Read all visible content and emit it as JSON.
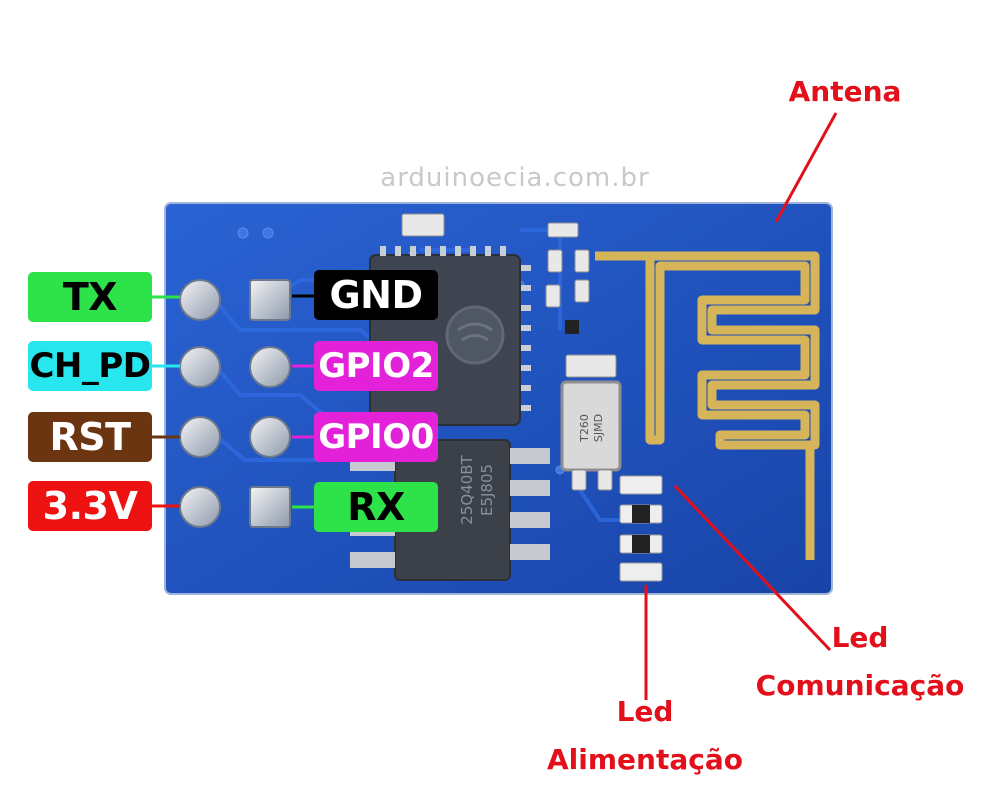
{
  "watermark": "arduinoecia.com.br",
  "pins": {
    "tx": {
      "text": "TX",
      "bg": "#2ee24a",
      "fg": "#000000",
      "wire": "#2ee24a"
    },
    "ch_pd": {
      "text": "CH_PD",
      "bg": "#28e6ee",
      "fg": "#000000",
      "wire": "#28e6ee"
    },
    "rst": {
      "text": "RST",
      "bg": "#6b3512",
      "fg": "#ffffff",
      "wire": "#6b3512"
    },
    "v33": {
      "text": "3.3V",
      "bg": "#ee1111",
      "fg": "#ffffff",
      "wire": "#ee1111"
    },
    "gnd": {
      "text": "GND",
      "bg": "#000000",
      "fg": "#ffffff",
      "wire": "#000000"
    },
    "gpio2": {
      "text": "GPIO2",
      "bg": "#e221d9",
      "fg": "#ffffff",
      "wire": "#e221d9"
    },
    "gpio0": {
      "text": "GPIO0",
      "bg": "#e221d9",
      "fg": "#ffffff",
      "wire": "#e221d9"
    },
    "rx": {
      "text": "RX",
      "bg": "#2ee24a",
      "fg": "#000000",
      "wire": "#2ee24a"
    }
  },
  "callouts": {
    "antena": "Antena",
    "led_comunicacao_line1": "Led",
    "led_comunicacao_line2": "Comunicação",
    "led_alimentacao_line1": "Led",
    "led_alimentacao_line2": "Alimentação"
  },
  "chip_marks": {
    "flash_line1": "25Q40BT",
    "flash_line2": "E5J805",
    "crystal_line1": "T260",
    "crystal_line2": "SJMD"
  },
  "colors": {
    "board": "#1d55c4",
    "board_dark": "#1641a0",
    "callout": "#e30f1a",
    "antenna_trace": "#d6b45a"
  }
}
